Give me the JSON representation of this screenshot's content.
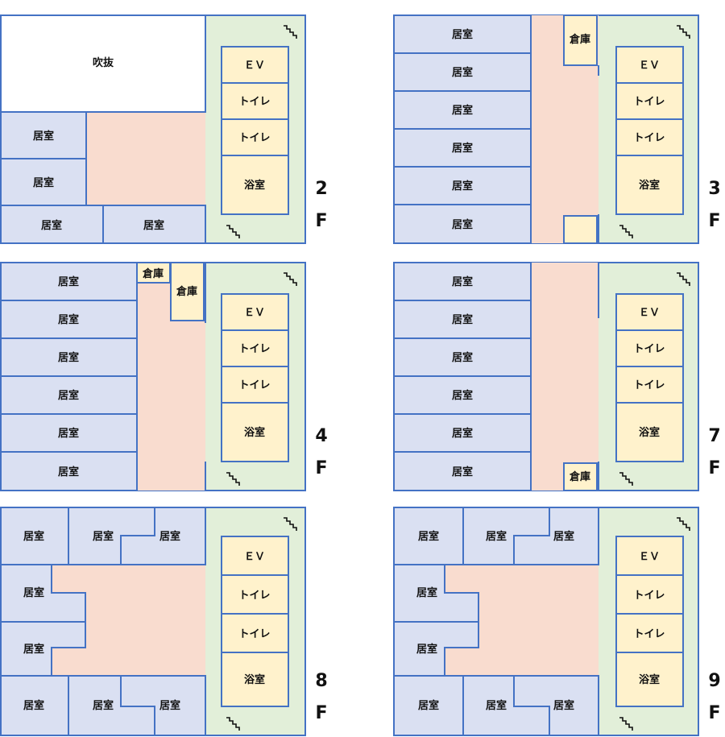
{
  "colors": {
    "stroke": "#4472c4",
    "room": "#dae0f2",
    "hall": "#f9dccf",
    "service": "#fff2cc",
    "green": "#e2efd9",
    "void": "#ffffff",
    "text": "#111111"
  },
  "icons": {
    "stairs": "stairs-icon"
  },
  "floors": [
    {
      "label": "2F",
      "number": "2",
      "suffix": "F",
      "rooms": [
        "吹抜",
        "居室",
        "居室",
        "居室",
        "居室"
      ],
      "services": [
        "ＥＶ",
        "トイレ",
        "トイレ",
        "浴室"
      ]
    },
    {
      "label": "3F",
      "number": "3",
      "suffix": "F",
      "rooms": [
        "居室",
        "居室",
        "居室",
        "居室",
        "居室",
        "居室"
      ],
      "storage": [
        "倉庫"
      ],
      "services": [
        "ＥＶ",
        "トイレ",
        "トイレ",
        "浴室"
      ]
    },
    {
      "label": "4F",
      "number": "4",
      "suffix": "F",
      "rooms": [
        "居室",
        "居室",
        "居室",
        "居室",
        "居室",
        "居室"
      ],
      "storage": [
        "倉庫",
        "倉庫"
      ],
      "services": [
        "ＥＶ",
        "トイレ",
        "トイレ",
        "浴室"
      ]
    },
    {
      "label": "7F",
      "number": "7",
      "suffix": "F",
      "rooms": [
        "居室",
        "居室",
        "居室",
        "居室",
        "居室",
        "居室"
      ],
      "storage": [
        "倉庫"
      ],
      "services": [
        "ＥＶ",
        "トイレ",
        "トイレ",
        "浴室"
      ]
    },
    {
      "label": "8F",
      "number": "8",
      "suffix": "F",
      "rooms": [
        "居室",
        "居室",
        "居室",
        "居室",
        "居室",
        "居室",
        "居室",
        "居室"
      ],
      "services": [
        "ＥＶ",
        "トイレ",
        "トイレ",
        "浴室"
      ]
    },
    {
      "label": "9F",
      "number": "9",
      "suffix": "F",
      "rooms": [
        "居室",
        "居室",
        "居室",
        "居室",
        "居室",
        "居室",
        "居室",
        "居室"
      ],
      "services": [
        "ＥＶ",
        "トイレ",
        "トイレ",
        "浴室"
      ]
    }
  ]
}
